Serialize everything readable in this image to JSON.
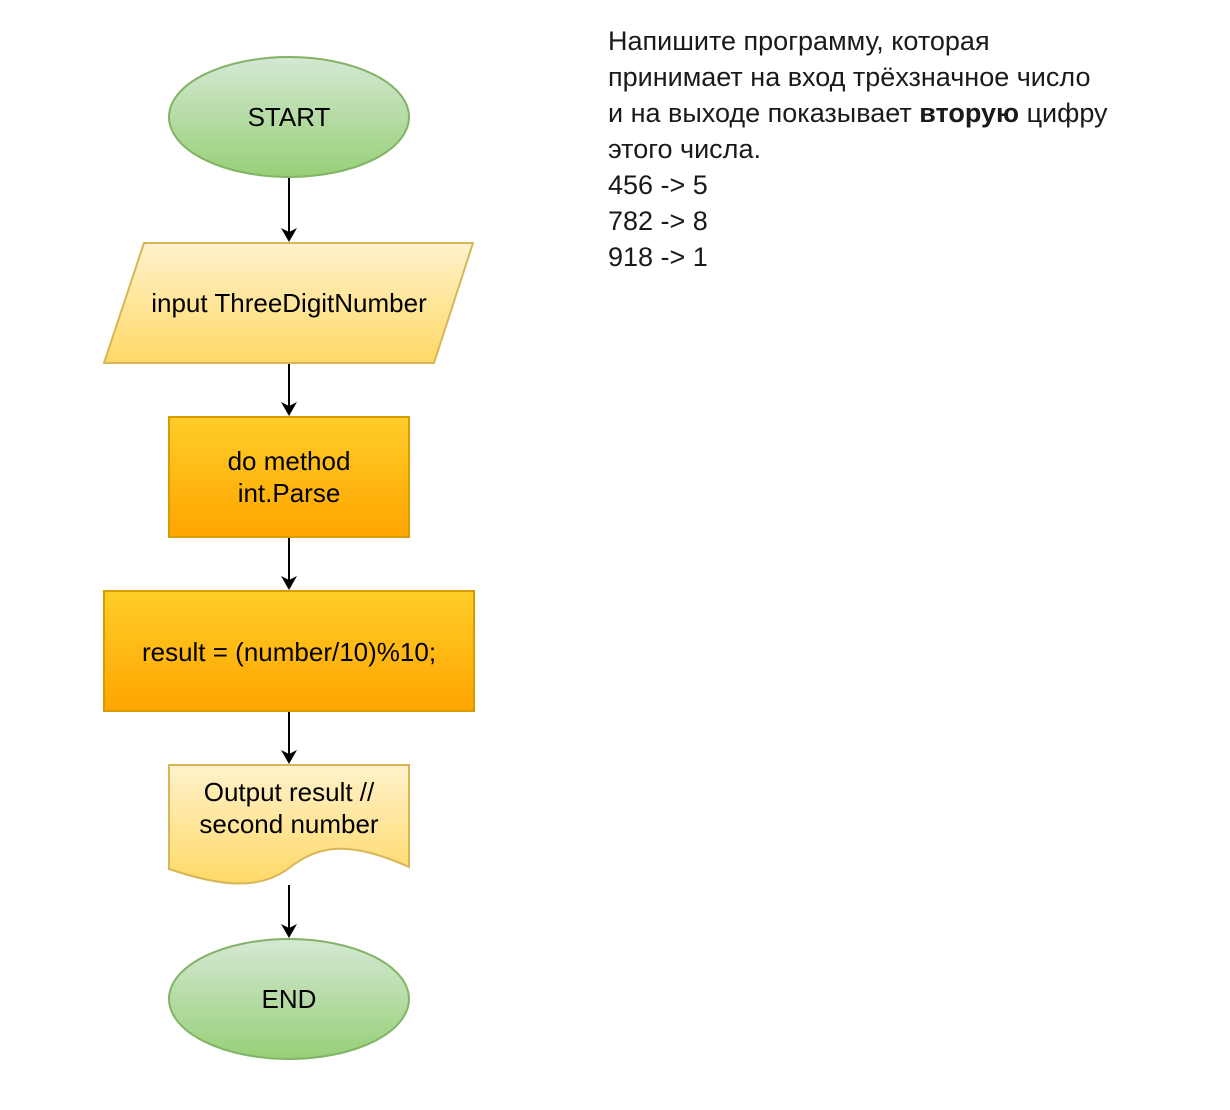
{
  "flowchart": {
    "start": {
      "label": "START"
    },
    "input": {
      "label": "input ThreeDigitNumber"
    },
    "parse": {
      "line1": "do method",
      "line2": "int.Parse"
    },
    "compute": {
      "label": "result = (number/10)%10;"
    },
    "output": {
      "line1": "Output result //",
      "line2": "second number"
    },
    "end": {
      "label": "END"
    }
  },
  "task": {
    "line1": "Напишите программу, которая",
    "line2": "принимает на вход трёхзначное число",
    "line3_before": "и на выходе показывает ",
    "line3_bold": "вторую",
    "line3_after": " цифру",
    "line4": "этого числа.",
    "examples": [
      "456 -> 5",
      "782 -> 8",
      "918 -> 1"
    ]
  },
  "colors": {
    "terminal_fill_top": "#d5e8d4",
    "terminal_fill_bottom": "#97d077",
    "terminal_stroke": "#82b366",
    "io_fill_top": "#fff2cc",
    "io_fill_bottom": "#ffd966",
    "io_stroke": "#d6b656",
    "process_fill_top": "#ffcd28",
    "process_fill_bottom": "#ffa500",
    "process_stroke": "#d79b00",
    "arrow": "#000000"
  }
}
